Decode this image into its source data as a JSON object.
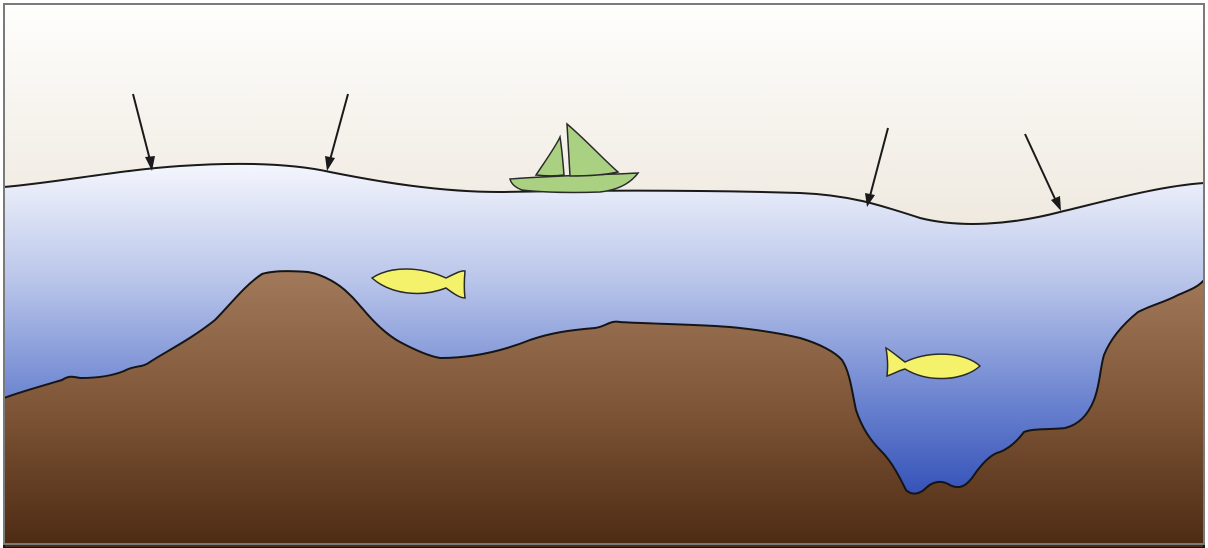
{
  "diagram": {
    "elements": [
      "sky",
      "water-surface",
      "water-body",
      "sea-floor",
      "sailboat",
      "fish",
      "fish",
      "arrow",
      "arrow",
      "arrow",
      "arrow"
    ],
    "arrow_count": 4,
    "fish_count": 2,
    "colors": {
      "sky_top": "#fefefd",
      "sky_bottom": "#d9cbb5",
      "water_top": "#f3f5fc",
      "water_mid": "#a7b6e4",
      "water_bottom": "#3a57ba",
      "ground_top": "#a0785a",
      "ground_bottom": "#4f2d16",
      "boat": "#a9d181",
      "fish": "#f4f26a",
      "outline": "#1a1a1a",
      "frame": "#7a7a7a"
    }
  }
}
